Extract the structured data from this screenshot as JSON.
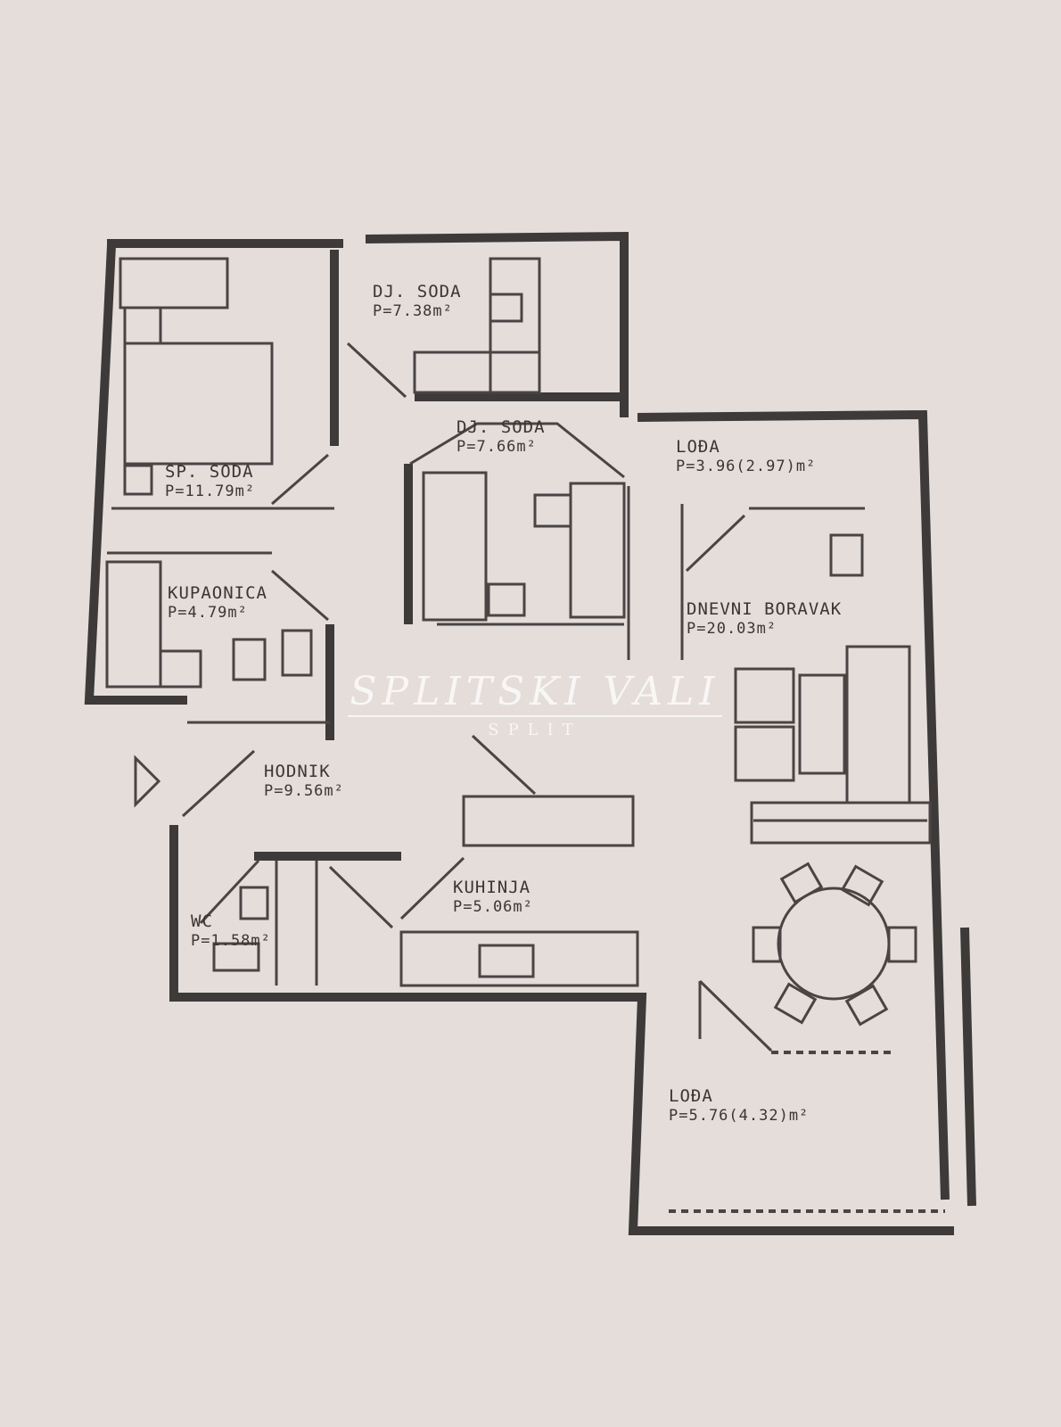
{
  "rooms": {
    "dj_soba_1": {
      "name": "DJ. SODA",
      "area": "P=7.38m²"
    },
    "dj_soba_2": {
      "name": "DJ. SODA",
      "area": "P=7.66m²"
    },
    "sp_soba": {
      "name": "SP. SODA",
      "area": "P=11.79m²"
    },
    "loda_1": {
      "name": "LOĐA",
      "area": "P=3.96(2.97)m²"
    },
    "kupaonica": {
      "name": "KUPAONICA",
      "area": "P=4.79m²"
    },
    "dnevni_boravak": {
      "name": "DNEVNI BORAVAK",
      "area": "P=20.03m²"
    },
    "hodnik": {
      "name": "HODNIK",
      "area": "P=9.56m²"
    },
    "kuhinja": {
      "name": "KUHINJA",
      "area": "P=5.06m²"
    },
    "wc": {
      "name": "WC",
      "area": "P=1.58m²"
    },
    "loda_2": {
      "name": "LOĐA",
      "area": "P=5.76(4.32)m²"
    }
  },
  "watermark": {
    "brand": "SPLITSKI VALI",
    "city": "SPLIT"
  },
  "colors": {
    "paper": "#e4ddd9",
    "ink": "#3e3a39",
    "watermark": "#ffffff"
  }
}
